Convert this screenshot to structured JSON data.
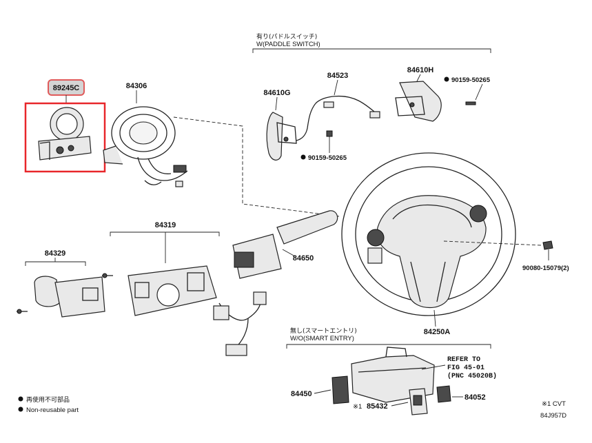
{
  "callouts": {
    "p89245c": "89245C",
    "p84306": "84306",
    "p84523": "84523",
    "p84610g": "84610G",
    "p84610h": "84610H",
    "p84319": "84319",
    "p84329": "84329",
    "p84650": "84650",
    "p84250a": "84250A",
    "p84450": "84450",
    "p85432": "85432",
    "p84052": "84052"
  },
  "fasteners": {
    "f1": "90159-50265",
    "f2": "90159-50265",
    "f3": "90080-15079(2)"
  },
  "groups": {
    "paddle_jp": "有り(パドルスイッチ)",
    "paddle_en": "W(PADDLE SWITCH)",
    "smart_jp": "無し(スマートエントリ)",
    "smart_en": "W/O(SMART ENTRY)"
  },
  "refer": {
    "line1": "REFER TO",
    "line2": "FIG 45-01",
    "line3": "(PNC 45020B)"
  },
  "note_mark": "※1",
  "legend": {
    "jp": "再使用不可部品",
    "en": "Non-reusable part",
    "note": "※1 CVT",
    "code": "84J957D"
  },
  "colors": {
    "highlight_box": "#e8262a",
    "highlight_tag": "#d4d4d4"
  }
}
